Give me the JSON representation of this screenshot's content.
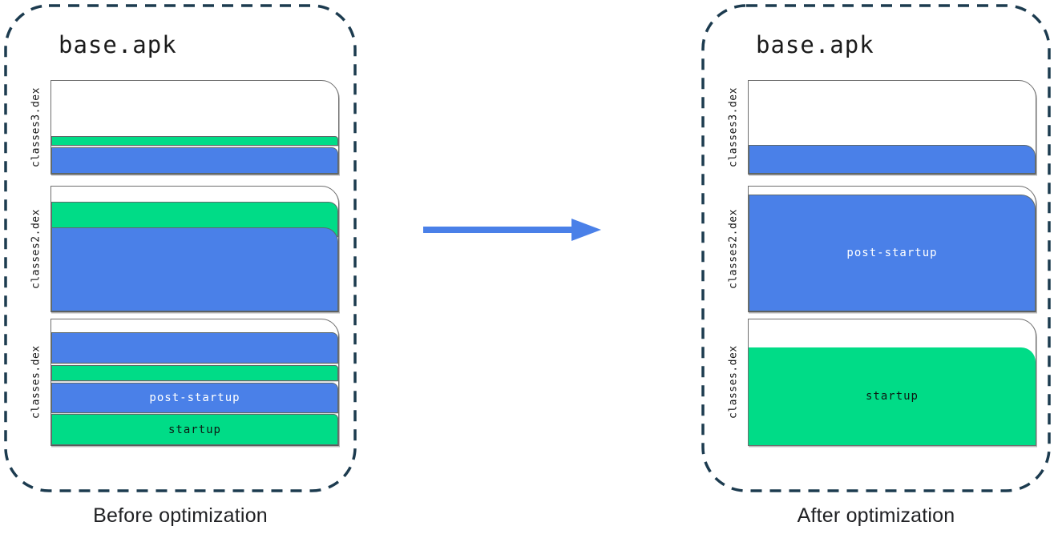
{
  "colors": {
    "startup_green": "#00DC87",
    "post_startup_blue": "#4A80E8",
    "container_dash": "#1C3B4F",
    "page_border": "#6E6E6E",
    "arrow_blue": "#4A80E8"
  },
  "arrow": {
    "direction": "right"
  },
  "legend": {
    "startup_label": "startup",
    "post_startup_label": "post-startup"
  },
  "panels": [
    {
      "title": "base.apk",
      "caption": "Before optimization",
      "files": [
        {
          "label": "classes3.dex",
          "pageH": 118,
          "bands": [
            {
              "kind": "startup",
              "h": 12,
              "r": 4
            },
            {
              "kind": "post_startup",
              "h": 33,
              "r": 8,
              "gap": 2
            }
          ]
        },
        {
          "label": "classes2.dex",
          "pageH": 158,
          "bands": [
            {
              "kind": "startup",
              "h": 44,
              "r": 12
            },
            {
              "kind": "post_startup",
              "h": 105,
              "r": 18,
              "gap": -12
            }
          ]
        },
        {
          "label": "classes.dex",
          "pageH": 159,
          "bands": [
            {
              "kind": "post_startup",
              "h": 39,
              "r": 8
            },
            {
              "kind": "startup",
              "h": 20,
              "r": 4,
              "gap": 2
            },
            {
              "kind": "post_startup",
              "h": 38,
              "r": 8,
              "gap": 2,
              "label": "post-startup"
            },
            {
              "kind": "startup",
              "h": 39,
              "r": 6,
              "gap": 1,
              "label": "startup"
            }
          ]
        }
      ]
    },
    {
      "title": "base.apk",
      "caption": "After optimization",
      "files": [
        {
          "label": "classes3.dex",
          "pageH": 118,
          "bands": [
            {
              "kind": "post_startup",
              "h": 36,
              "r": 14
            }
          ]
        },
        {
          "label": "classes2.dex",
          "pageH": 158,
          "bands": [
            {
              "kind": "post_startup",
              "h": 146,
              "r": 18,
              "label": "post-startup"
            }
          ]
        },
        {
          "label": "classes.dex",
          "pageH": 159,
          "bands": [
            {
              "kind": "startup",
              "h": 122,
              "r": 18,
              "label": "startup",
              "borderless": true
            }
          ]
        }
      ]
    }
  ]
}
